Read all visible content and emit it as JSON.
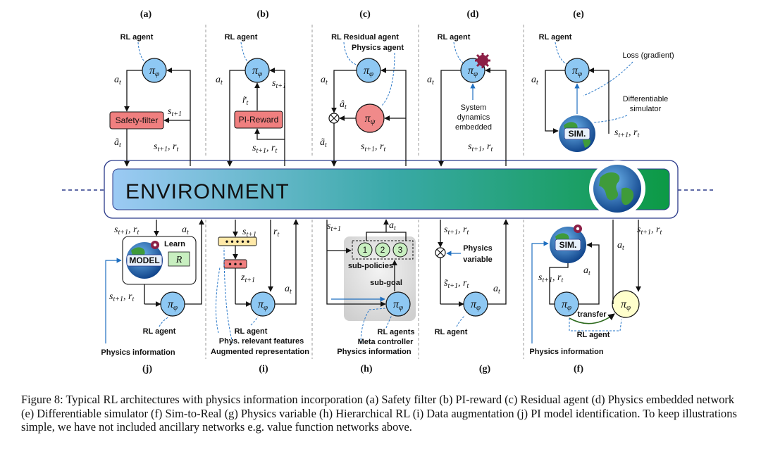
{
  "panels": {
    "a": {
      "letter": "(a)",
      "agent": "RL agent",
      "filter": "Safety-filter"
    },
    "b": {
      "letter": "(b)",
      "agent": "RL agent",
      "reward": "PI-Reward"
    },
    "c": {
      "letter": "(c)",
      "agent1": "RL Residual agent",
      "agent2": "Physics agent"
    },
    "d": {
      "letter": "(d)",
      "agent": "RL agent",
      "note1": "System",
      "note2": "dynamics",
      "note3": "embedded"
    },
    "e": {
      "letter": "(e)",
      "agent": "RL agent",
      "loss": "Loss (gradient)",
      "sim1": "Differentiable",
      "sim2": "simulator",
      "sim": "SIM."
    },
    "j": {
      "letter": "(j)",
      "model": "MODEL",
      "learn": "Learn",
      "r": "R",
      "agent": "RL agent",
      "physics": "Physics information"
    },
    "i": {
      "letter": "(i)",
      "agent": "RL agent",
      "line2": "Phys. relevant features",
      "line3": "Augmented representation"
    },
    "h": {
      "letter": "(h)",
      "subpolicies": "sub-policies",
      "subgoal": "sub-goal",
      "p1": "1",
      "p2": "2",
      "p3": "3",
      "agent": "RL agents",
      "line2": "Meta controller",
      "line3": "Physics information"
    },
    "g": {
      "letter": "(g)",
      "phys1": "Physics",
      "phys2": "variable",
      "agent": "RL agent"
    },
    "f": {
      "letter": "(f)",
      "sim": "SIM.",
      "transfer": "transfer",
      "agent": "RL agent",
      "physics": "Physics information"
    }
  },
  "environment": "ENVIRONMENT",
  "caption": "Figure 8: Typical RL architectures with physics information incorporation (a) Safety filter (b) PI-reward (c) Residual agent (d) Physics embedded network (e) Differentiable simulator (f) Sim-to-Real (g) Physics variable (h) Hierarchical RL (i) Data augmentation (j) PI model identification. To keep illustrations simple, we have not included ancillary networks e.g. value function networks above.",
  "colors": {
    "pi_agent": "#8ec8f3",
    "pi_physics": "#f08a8a",
    "filter_box": "#f07f7f",
    "sim_real": "#ffffcc",
    "env_left": "#9ccaf4",
    "env_right": "#0c9a45"
  }
}
